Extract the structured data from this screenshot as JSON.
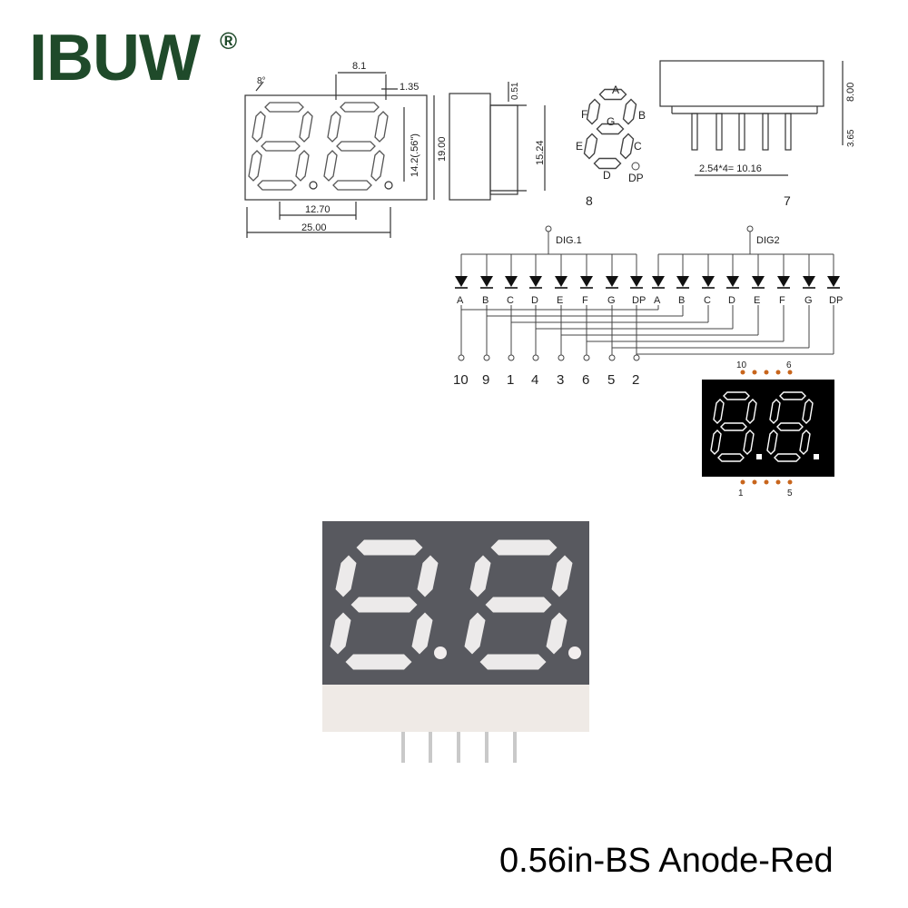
{
  "brand": {
    "name": "IBUW",
    "registered": "®",
    "color": "#1f4a2a"
  },
  "front_view": {
    "angle": "8°",
    "segment_width": "8.1",
    "offset_top": "1.35",
    "digit_height": "14.2(.56\")",
    "height": "19.00",
    "digit_pitch": "12.70",
    "width": "25.00"
  },
  "side_view": {
    "pin_dia": "0.51",
    "pin_span": "15.24"
  },
  "segment_map": {
    "labels": [
      "A",
      "B",
      "C",
      "D",
      "E",
      "F",
      "G",
      "DP"
    ],
    "pin_count": "8"
  },
  "bottom_view": {
    "body_height": "8.00",
    "pin_length": "3.65",
    "pitch_formula": "2.54*4= 10.16",
    "pin_count": "7"
  },
  "schematic": {
    "common_labels": [
      "DIG.1",
      "DIG2"
    ],
    "segment_labels": [
      "A",
      "B",
      "C",
      "D",
      "E",
      "F",
      "G",
      "DP"
    ],
    "pins": [
      "10",
      "9",
      "1",
      "4",
      "3",
      "6",
      "5",
      "2"
    ]
  },
  "pin_diagram": {
    "top_labels": [
      "10",
      "6"
    ],
    "bottom_labels": [
      "1",
      "5"
    ]
  },
  "caption": "0.56in-BS Anode-Red"
}
